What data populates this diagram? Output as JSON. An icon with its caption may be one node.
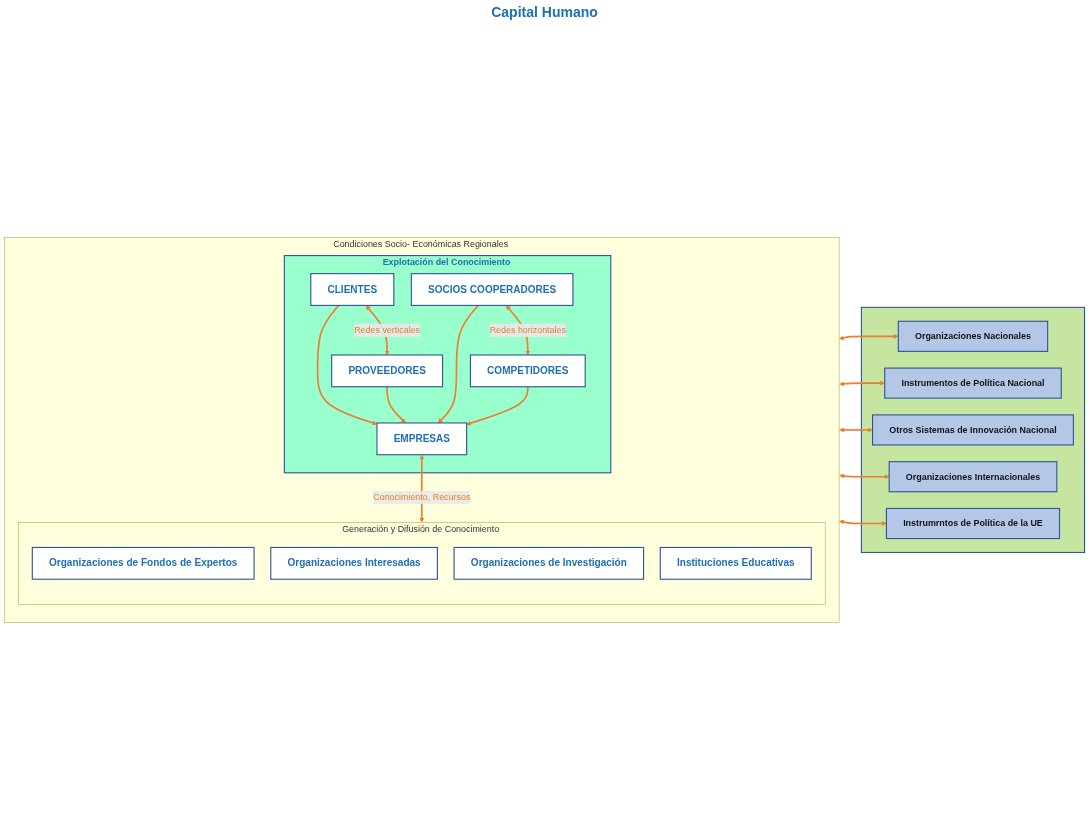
{
  "diagram": {
    "nodes": [
      {
        "text": [
          "Condiciones Socio- Económicas Regionales"
        ]
      },
      {
        "text": [
          "Explotación del Conocimiento"
        ],
        "in": 0
      },
      {
        "text": [
          "CLIENTES"
        ],
        "in": 1
      },
      {
        "text": [
          "PROVEEDORES"
        ],
        "in": 1
      },
      {
        "text": [
          "EMPRESAS"
        ],
        "in": 1
      },
      {
        "text": [
          "SOCIOS COOPERADORES"
        ],
        "in": 1
      },
      {
        "text": [
          "COMPETIDORES"
        ],
        "in": 1
      },
      {
        "text": [
          "Generación y Difusión de Conocimiento"
        ],
        "in": 0
      },
      {
        "text": [
          "Organizaciones de Fondos de Expertos"
        ],
        "in": 7
      },
      {
        "text": [
          "Organizaciones Interesadas"
        ],
        "in": 7
      },
      {
        "text": [
          "Organizaciones de Investigación"
        ],
        "in": 7
      },
      {
        "text": [
          "Instituciones Educativas"
        ],
        "in": 7
      },
      {
        "text": [],
        "shape": "box"
      },
      {
        "text": [
          "Organizaciones Nacionales"
        ],
        "in": 12
      },
      {
        "text": [
          "Instrumentos de Política Nacional"
        ],
        "in": 12
      },
      {
        "text": [
          "Otros Sistemas de Innovación Nacional"
        ],
        "in": 12
      },
      {
        "text": [
          "Organizaciones Internacionales"
        ],
        "in": 12
      },
      {
        "text": [
          "Instrumrntos de Política de la UE"
        ],
        "in": 12
      }
    ],
    "edges": [
      {
        "from": 2,
        "to": 3,
        "arrow": "both",
        "label": "Redes verticales"
      },
      {
        "from": 2,
        "to": 4,
        "arrow": "to"
      },
      {
        "from": 3,
        "to": 4,
        "arrow": "to"
      },
      {
        "from": 5,
        "to": 6,
        "arrow": "both",
        "label": "Redes horizontales"
      },
      {
        "from": 5,
        "to": 4,
        "arrow": "to"
      },
      {
        "from": 6,
        "to": 4,
        "arrow": "to"
      },
      {
        "from": 4,
        "to": 7,
        "arrow": "both",
        "label": "Conocimiento, Recursos"
      },
      {
        "from": 0,
        "to": 13,
        "arrow": "both"
      },
      {
        "from": 0,
        "to": 14,
        "arrow": "both"
      },
      {
        "from": 0,
        "to": 15,
        "arrow": "both"
      },
      {
        "from": 0,
        "to": 16,
        "arrow": "both"
      },
      {
        "from": 0,
        "to": 17,
        "arrow": "both"
      }
    ],
    "labels": [
      "Capital Humano"
    ]
  }
}
